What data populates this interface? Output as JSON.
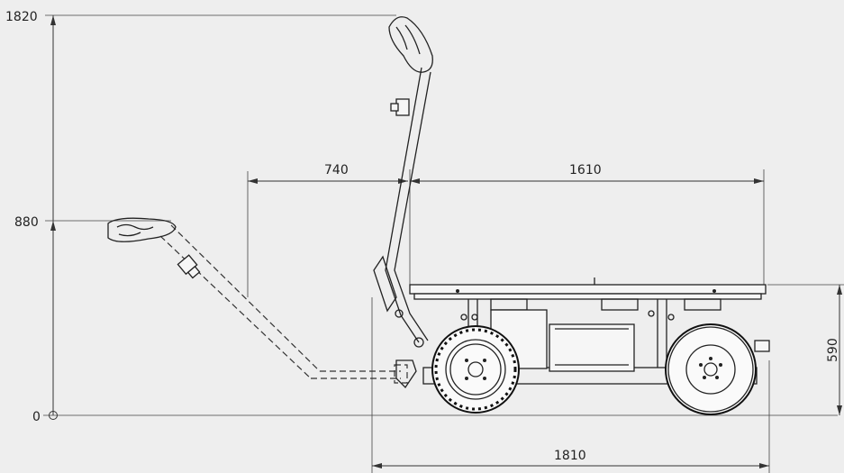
{
  "dimensions": {
    "height_top": "1820",
    "height_mid": "880",
    "height_zero": "0",
    "tiller_offset": "740",
    "platform_length": "1610",
    "platform_height": "590",
    "overall_length": "1810"
  },
  "colors": {
    "background": "#eeeeee",
    "line": "#222222"
  }
}
